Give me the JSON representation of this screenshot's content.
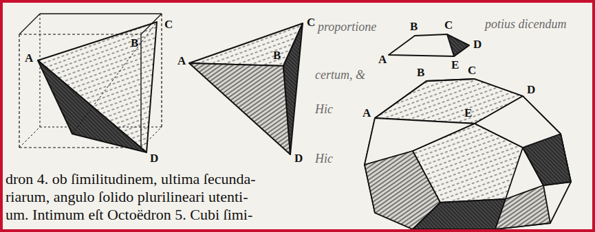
{
  "diagram": {
    "labels": [
      "A",
      "B",
      "C",
      "D",
      "A",
      "B",
      "C",
      "D",
      "A",
      "B",
      "C",
      "D",
      "E",
      "B",
      "C",
      "D",
      "A",
      "E",
      "dron 4. ob ſimilitudinem, ultima ſecunda-",
      "riarum, angulo ſolido plurilineari utenti-",
      "um. Intimum eſt Octoëdron 5. Cubi ſimi-",
      "proportione",
      "potius dicendum",
      "certum, &",
      "Hic",
      "Hic"
    ]
  }
}
